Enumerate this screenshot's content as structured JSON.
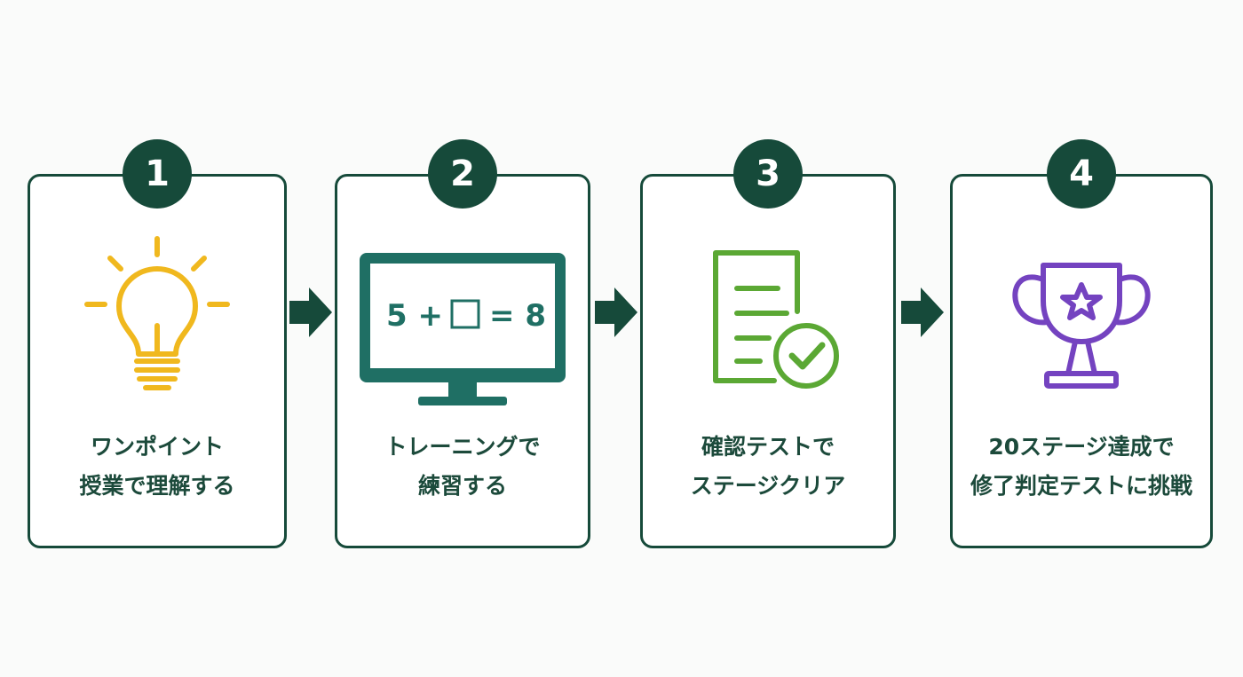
{
  "colors": {
    "frame": "#164a3a",
    "text": "#1c4a3b",
    "bulb": "#f0b81e",
    "monitor": "#1f6f64",
    "document": "#5ba834",
    "trophy": "#7443c0"
  },
  "steps": [
    {
      "number": "1",
      "icon": "lightbulb-icon",
      "lines": [
        "ワンポイント",
        "授業で理解する"
      ]
    },
    {
      "number": "2",
      "icon": "monitor-icon",
      "equation": {
        "left": "5 +",
        "right": "= 8"
      },
      "lines": [
        "トレーニングで",
        "練習する"
      ]
    },
    {
      "number": "3",
      "icon": "document-check-icon",
      "lines": [
        "確認テストで",
        "ステージクリア"
      ]
    },
    {
      "number": "4",
      "icon": "trophy-icon",
      "lines": [
        "20ステージ達成で",
        "修了判定テストに挑戦"
      ]
    }
  ]
}
